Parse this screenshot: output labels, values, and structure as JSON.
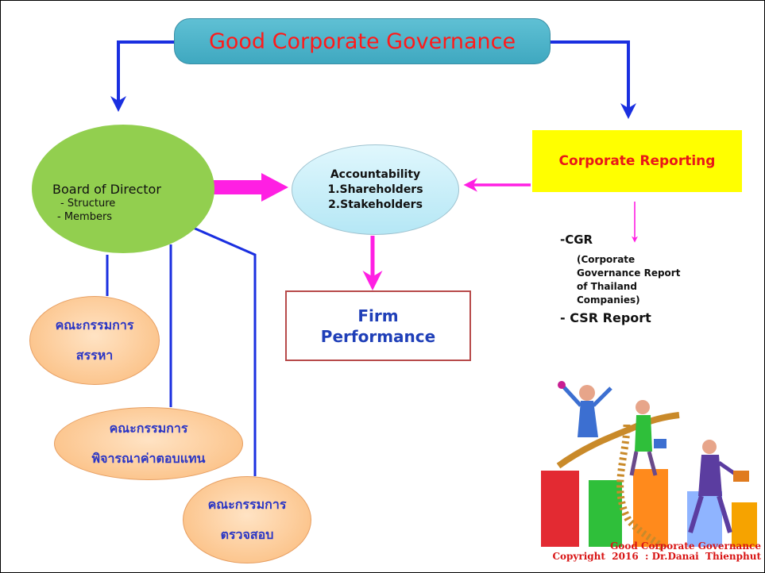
{
  "title": "Good Corporate Governance",
  "board": {
    "heading": "Board of Director",
    "items": [
      "- Structure",
      "- Members"
    ]
  },
  "accountability": {
    "heading": "Accountability",
    "items": [
      "1.Shareholders",
      "2.Stakeholders"
    ]
  },
  "reporting": "Corporate Reporting",
  "firm_performance": [
    "Firm",
    "Performance"
  ],
  "committees": [
    [
      "คณะกรรมการ",
      "สรรหา"
    ],
    [
      "คณะกรรมการ",
      "พิจารณาค่าตอบแทน"
    ],
    [
      "คณะกรรมการ",
      "ตรวจสอบ"
    ]
  ],
  "reports": {
    "cgr": "-CGR",
    "cgr_detail": [
      "(Corporate",
      "Governance Report",
      "of Thailand",
      "Companies)"
    ],
    "csr": "- CSR Report"
  },
  "footer": {
    "line1": "Good Corporate Governance",
    "line2": "Copyright  2016  : Dr.Danai  Thienphut"
  },
  "colors": {
    "blue_connector": "#1a2fe0",
    "magenta_arrow": "#ff1fe3",
    "title_text": "#ff1a1a",
    "board_fill": "#92cf4f",
    "reporting_fill": "#ffff00"
  }
}
